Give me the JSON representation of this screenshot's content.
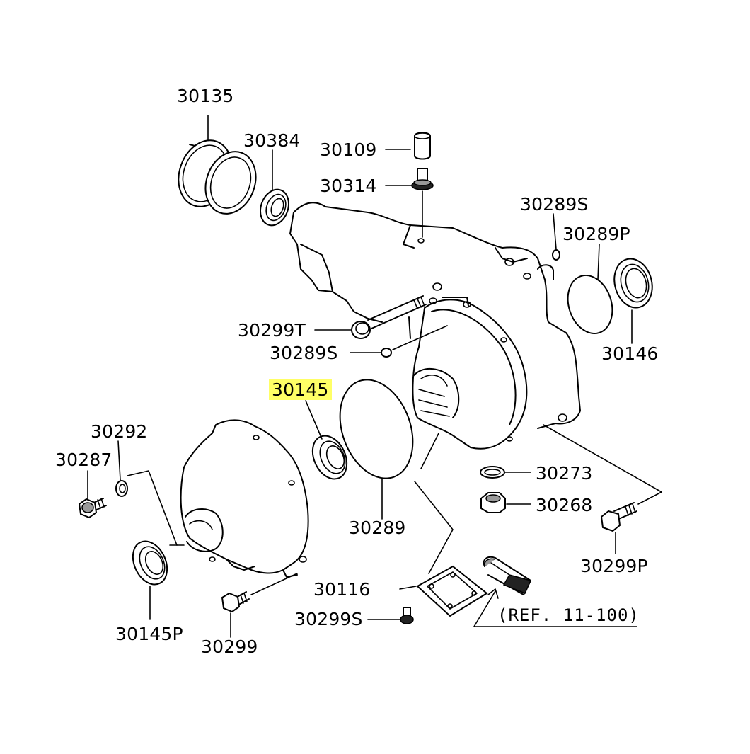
{
  "diagram": {
    "highlight_color": "#ffff66",
    "parts": [
      {
        "id": "p30135",
        "number": "30135"
      },
      {
        "id": "p30384",
        "number": "30384"
      },
      {
        "id": "p30109",
        "number": "30109"
      },
      {
        "id": "p30314",
        "number": "30314"
      },
      {
        "id": "p30289s_top",
        "number": "30289S"
      },
      {
        "id": "p30289p",
        "number": "30289P"
      },
      {
        "id": "p30299t",
        "number": "30299T"
      },
      {
        "id": "p30289s_mid",
        "number": "30289S"
      },
      {
        "id": "p30146",
        "number": "30146"
      },
      {
        "id": "p30145",
        "number": "30145",
        "highlighted": true
      },
      {
        "id": "p30292",
        "number": "30292"
      },
      {
        "id": "p30287",
        "number": "30287"
      },
      {
        "id": "p30273",
        "number": "30273"
      },
      {
        "id": "p30268",
        "number": "30268"
      },
      {
        "id": "p30289",
        "number": "30289"
      },
      {
        "id": "p30299p",
        "number": "30299P"
      },
      {
        "id": "p30116",
        "number": "30116"
      },
      {
        "id": "p30299s",
        "number": "30299S"
      },
      {
        "id": "p30145p",
        "number": "30145P"
      },
      {
        "id": "p30299",
        "number": "30299"
      }
    ],
    "reference_note": "(REF. 11-100)"
  }
}
